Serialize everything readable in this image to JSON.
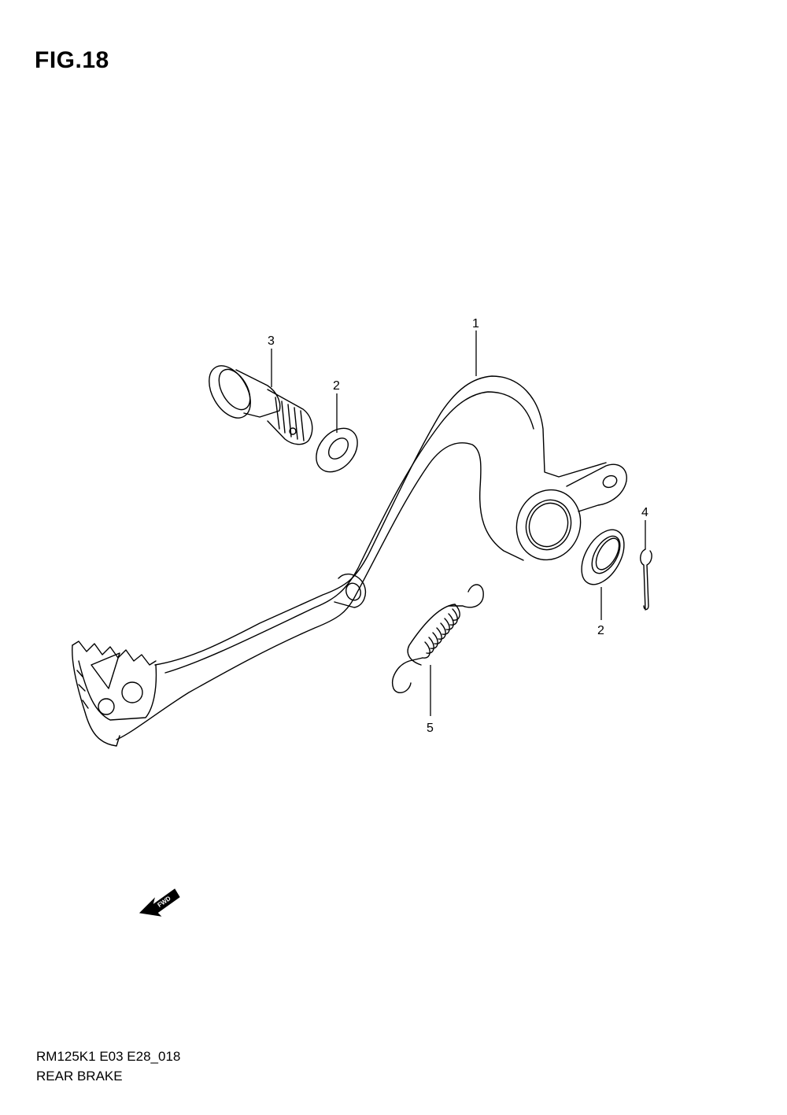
{
  "figure": {
    "title": "FIG.18"
  },
  "callouts": {
    "c1": "1",
    "c2a": "2",
    "c2b": "2",
    "c3": "3",
    "c4": "4",
    "c5": "5"
  },
  "fwd_arrow": {
    "label": "FWD"
  },
  "footer": {
    "code": "RM125K1 E03 E28_018",
    "name": "REAR BRAKE"
  }
}
